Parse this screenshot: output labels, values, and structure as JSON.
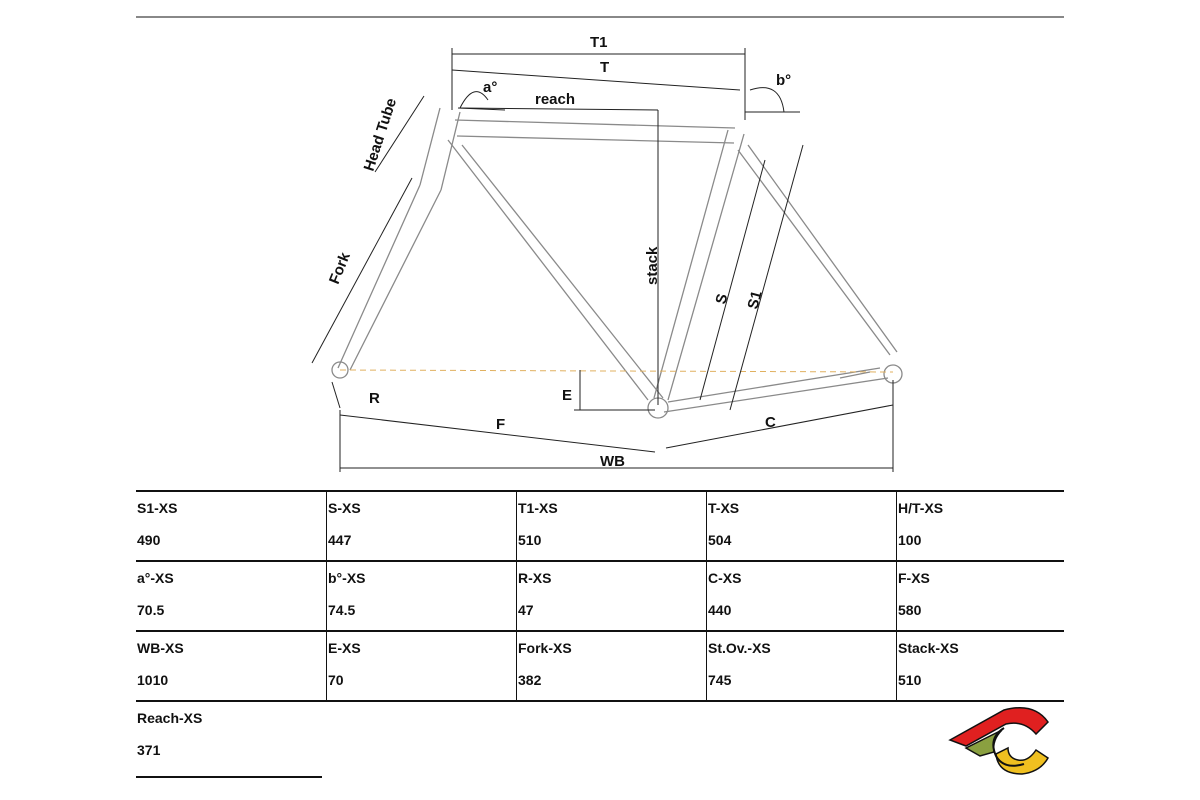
{
  "diagram": {
    "labels": {
      "t1": "T1",
      "t": "T",
      "a_angle": "a°",
      "b_angle": "b°",
      "reach": "reach",
      "head_tube": "Head Tube",
      "stack": "stack",
      "s": "S",
      "s1": "S1",
      "fork": "Fork",
      "e": "E",
      "r": "R",
      "f": "F",
      "c": "C",
      "wb": "WB"
    },
    "colors": {
      "frame": "#8a8a8a",
      "dimension": "#222222",
      "guide": "#e0b060"
    }
  },
  "specs": [
    [
      {
        "label": "S1-XS",
        "value": "490"
      },
      {
        "label": "S-XS",
        "value": "447"
      },
      {
        "label": "T1-XS",
        "value": "510"
      },
      {
        "label": "T-XS",
        "value": "504"
      },
      {
        "label": "H/T-XS",
        "value": "100"
      }
    ],
    [
      {
        "label": "a°-XS",
        "value": "70.5"
      },
      {
        "label": "b°-XS",
        "value": "74.5"
      },
      {
        "label": "R-XS",
        "value": "47"
      },
      {
        "label": "C-XS",
        "value": "440"
      },
      {
        "label": "F-XS",
        "value": "580"
      }
    ],
    [
      {
        "label": "WB-XS",
        "value": "1010"
      },
      {
        "label": "E-XS",
        "value": "70"
      },
      {
        "label": "Fork-XS",
        "value": "382"
      },
      {
        "label": "St.Ov.-XS",
        "value": "745"
      },
      {
        "label": "Stack-XS",
        "value": "510"
      }
    ],
    [
      {
        "label": "Reach-XS",
        "value": "371"
      }
    ]
  ],
  "logo": {
    "name": "cinelli-logo",
    "colors": [
      "#e02020",
      "#8aa040",
      "#f0c020"
    ]
  }
}
